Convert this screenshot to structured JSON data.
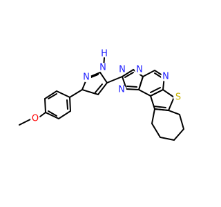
{
  "colors": {
    "bond": "#000000",
    "nitrogen": "#2020ff",
    "oxygen": "#ff0000",
    "sulfur": "#c8b400",
    "background": "#ffffff"
  },
  "labels": {
    "pyrazole_nh": "H",
    "pyrazole_n_top": "N",
    "pyrazole_n_left": "N",
    "triazole_n_top": "N",
    "triazole_n_right": "N",
    "triazole_n_bottom": "N",
    "pyrimidine_n": "N",
    "thiophene_s": "S",
    "methoxy_o": "O"
  }
}
